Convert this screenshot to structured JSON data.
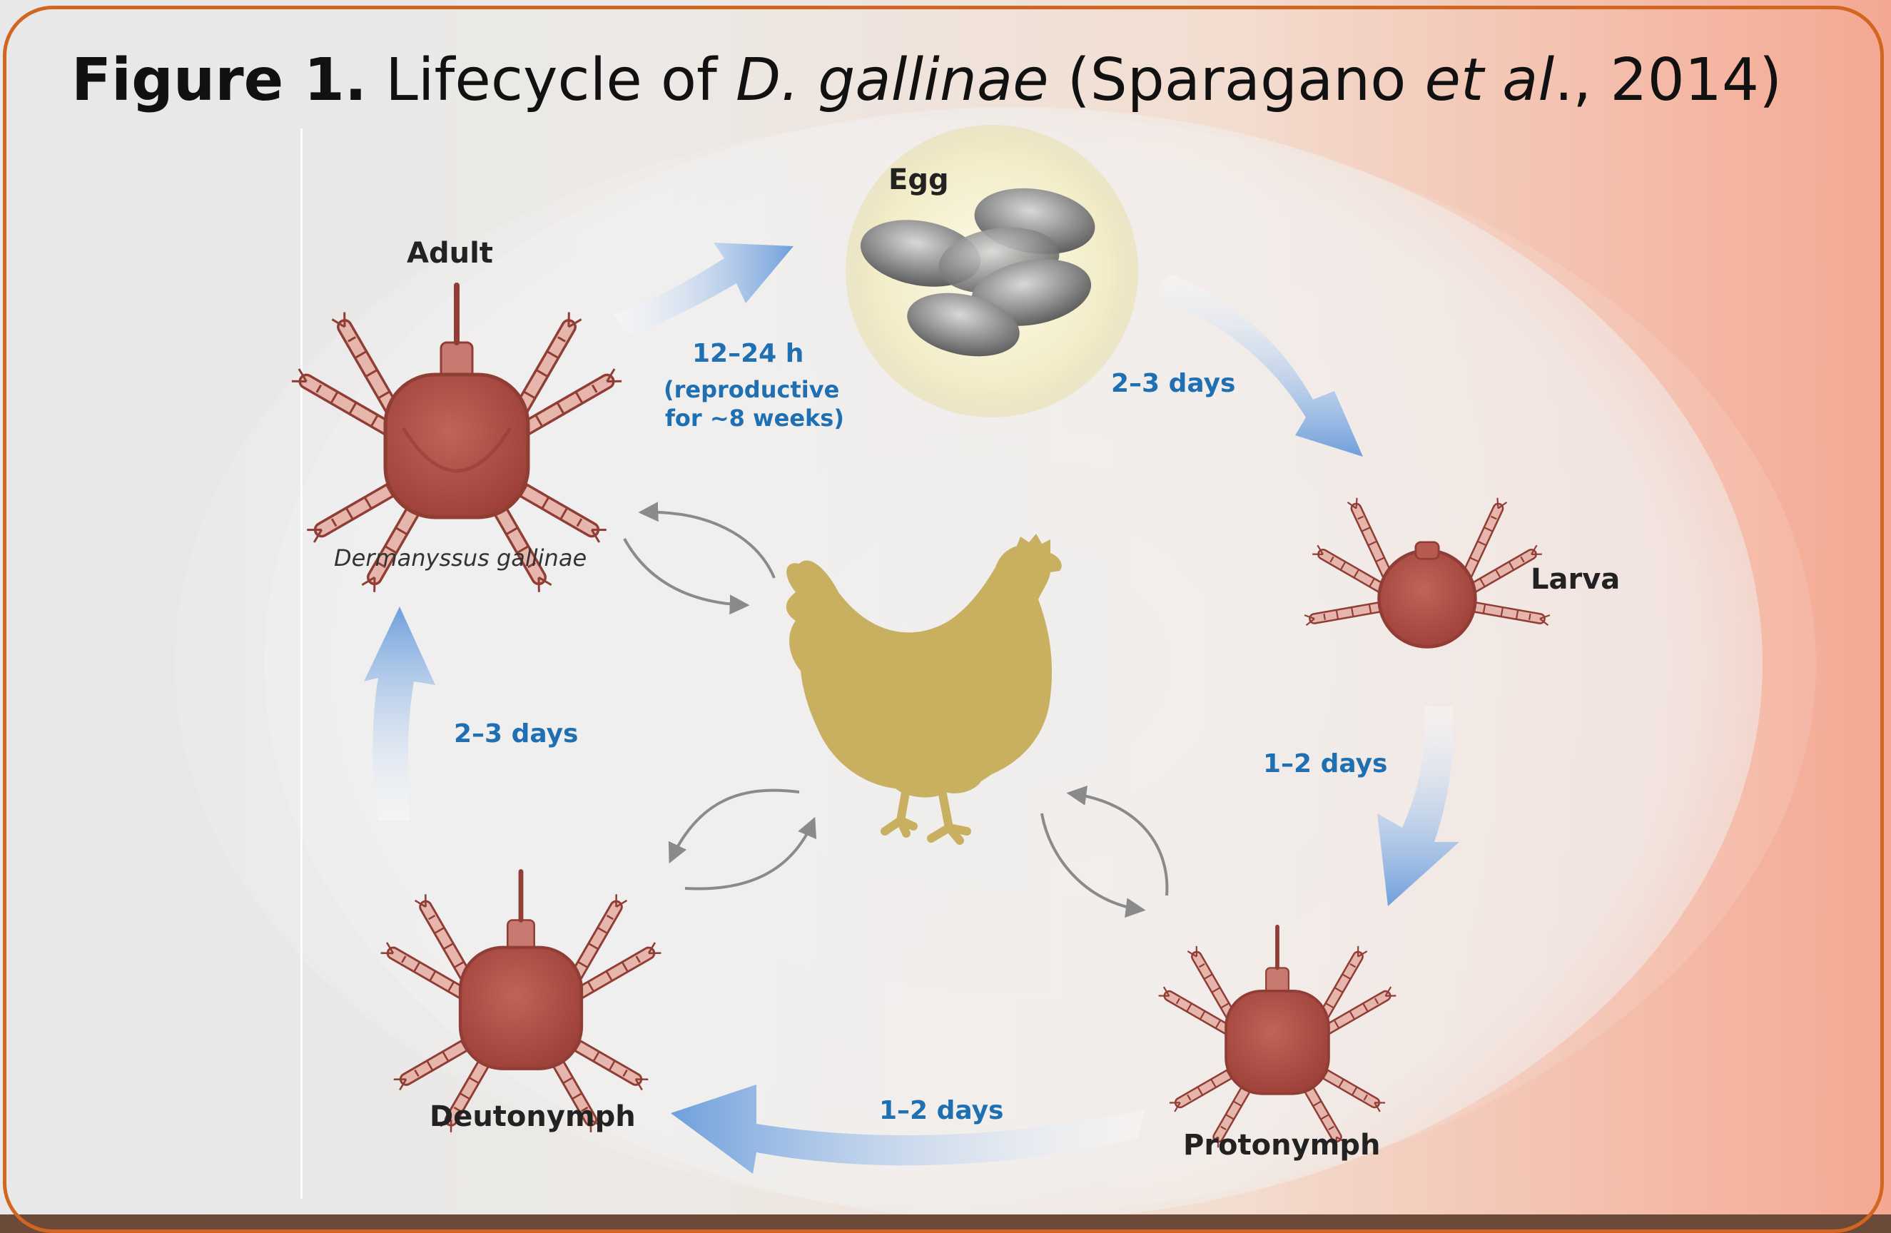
{
  "title": {
    "figure_label": "Figure 1.",
    "lifecycle_of": "Lifecycle of",
    "species_short": "D. gallinae",
    "cite_open": "(Sparagano",
    "et_al": "et al",
    "cite_close": "., 2014)"
  },
  "stages": {
    "egg": "Egg",
    "adult": "Adult",
    "adult_species": "Dermanyssus gallinae",
    "larva": "Larva",
    "protonymph": "Protonymph",
    "deutonymph": "Deutonymph"
  },
  "durations": {
    "adult_to_egg_time": "12–24 h",
    "adult_to_egg_note1": "(reproductive",
    "adult_to_egg_note2": "for ~8 weeks)",
    "egg_to_larva": "2–3 days",
    "larva_to_protonymph": "1–2 days",
    "protonymph_to_deutonymph": "1–2 days",
    "deutonymph_to_adult": "2–3 days"
  },
  "colors": {
    "frame": "#d2651f",
    "mite": "#b85a50",
    "hen": "#c8b060",
    "cycle_arrow": "#6f9fdc",
    "duration_text": "#1f6fb3"
  }
}
